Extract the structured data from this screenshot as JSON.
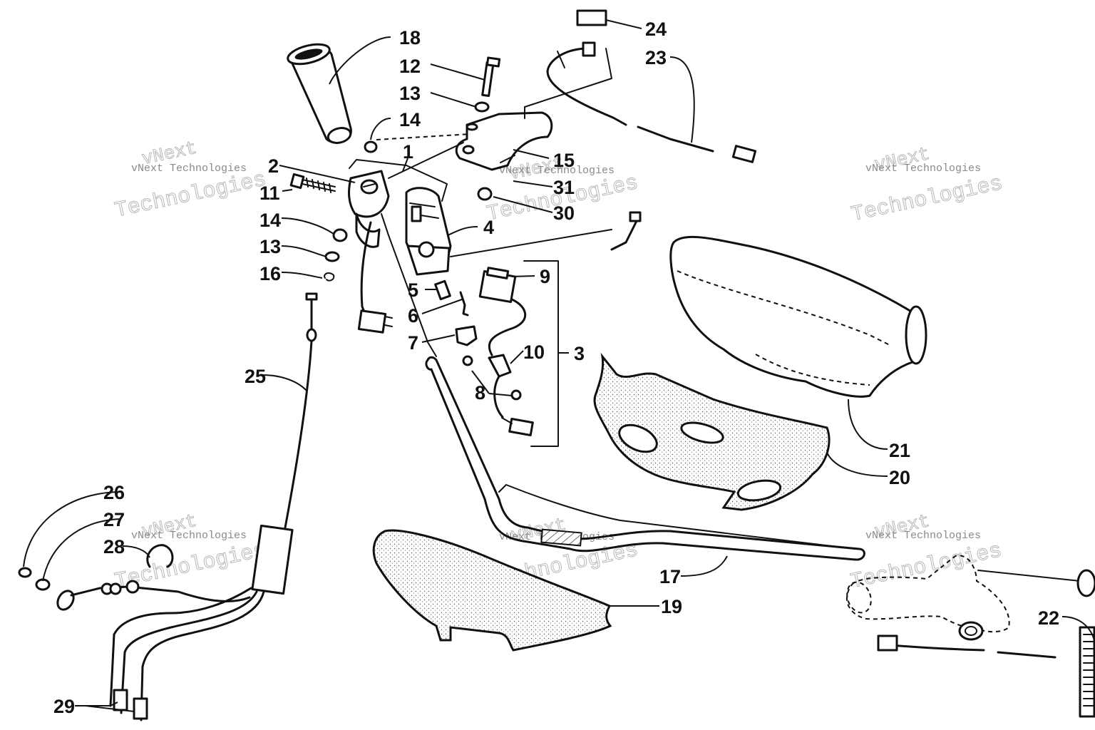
{
  "watermark": {
    "small": "vNext Technologies",
    "large_line1": "vNext",
    "large_line2": "Technologies"
  },
  "callouts": [
    {
      "id": "1",
      "label": "1"
    },
    {
      "id": "2",
      "label": "2"
    },
    {
      "id": "3",
      "label": "3"
    },
    {
      "id": "4",
      "label": "4"
    },
    {
      "id": "5",
      "label": "5"
    },
    {
      "id": "6",
      "label": "6"
    },
    {
      "id": "7",
      "label": "7"
    },
    {
      "id": "8",
      "label": "8"
    },
    {
      "id": "9",
      "label": "9"
    },
    {
      "id": "10",
      "label": "10"
    },
    {
      "id": "11",
      "label": "11"
    },
    {
      "id": "12",
      "label": "12"
    },
    {
      "id": "13a",
      "label": "13"
    },
    {
      "id": "13b",
      "label": "13"
    },
    {
      "id": "14a",
      "label": "14"
    },
    {
      "id": "14b",
      "label": "14"
    },
    {
      "id": "15",
      "label": "15"
    },
    {
      "id": "16",
      "label": "16"
    },
    {
      "id": "17",
      "label": "17"
    },
    {
      "id": "18",
      "label": "18"
    },
    {
      "id": "19",
      "label": "19"
    },
    {
      "id": "20",
      "label": "20"
    },
    {
      "id": "21",
      "label": "21"
    },
    {
      "id": "22",
      "label": "22"
    },
    {
      "id": "23",
      "label": "23"
    },
    {
      "id": "24",
      "label": "24"
    },
    {
      "id": "25",
      "label": "25"
    },
    {
      "id": "26",
      "label": "26"
    },
    {
      "id": "27",
      "label": "27"
    },
    {
      "id": "28",
      "label": "28"
    },
    {
      "id": "29",
      "label": "29"
    },
    {
      "id": "30",
      "label": "30"
    },
    {
      "id": "31",
      "label": "31"
    }
  ]
}
